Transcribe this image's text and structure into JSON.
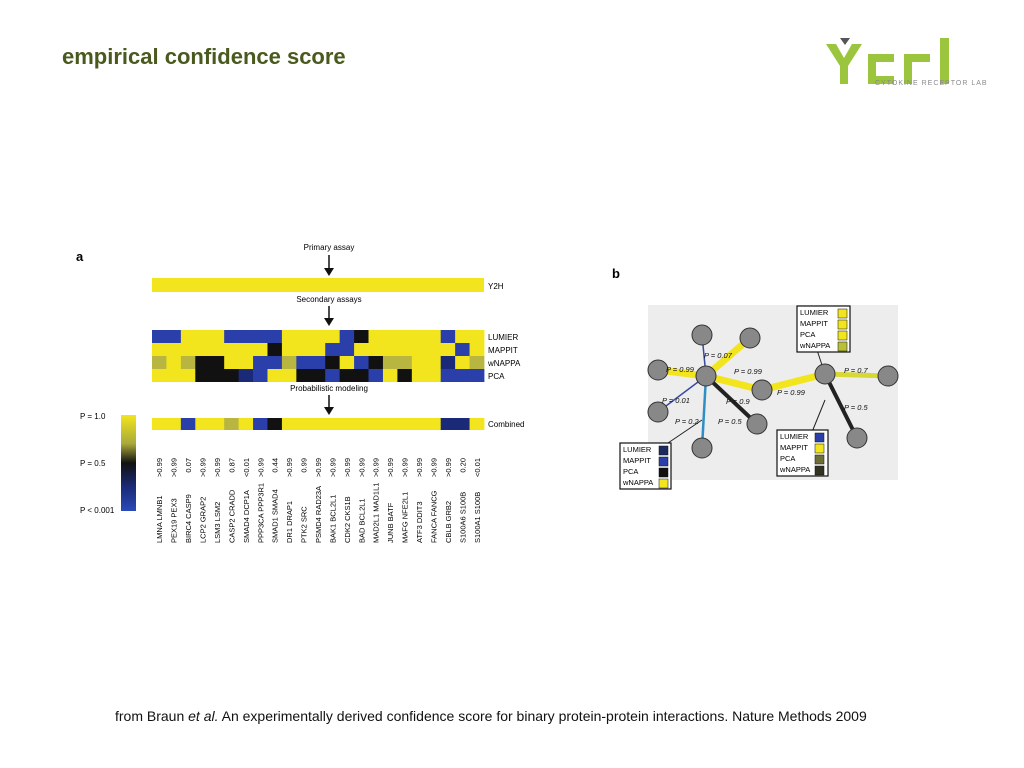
{
  "slide": {
    "title": "empirical confidence score",
    "logo_text": "ycrl",
    "logo_subtitle": "CYTOKINE RECEPTOR LAB",
    "caption_prefix": "from Braun ",
    "caption_etal": "et al.",
    "caption_suffix": " An experimentally derived confidence score for binary protein-protein interactions. Nature Methods 2009"
  },
  "panel_a": {
    "label": "a",
    "primary_assay": "Primary assay",
    "secondary_assays": "Secondary assays",
    "probabilistic": "Probabilistic modeling",
    "row_labels": [
      "Y2H",
      "LUMIER",
      "MAPPIT",
      "wNAPPA",
      "PCA",
      "Combined"
    ],
    "scale_labels": [
      "P = 1.0",
      "P = 0.5",
      "P < 0.001"
    ],
    "pairs": [
      "LMNA LMNB1",
      "PEX19 PEX3",
      "BIRC4 CASP9",
      "LCP2 GRAP2",
      "LSM3 LSM2",
      "CASP2 CRADD",
      "SMAD4 DCP1A",
      "PPP3CA PPP3R1",
      "SMAD1 SMAD4",
      "DR1 DRAP1",
      "PTK2 SRC",
      "PSMD4 RAD23A",
      "BAK1 BCL2L1",
      "CDK2 CKS1B",
      "BAD BCL2L1",
      "MAD2L1 MAD1L1",
      "JUNB BATF",
      "MAFG NFE2L1",
      "ATF3 DDIT3",
      "FANCA FANCG",
      "CBLB GRB2",
      "S100A6 S100B",
      "S100A1 S100B"
    ],
    "pvalues": [
      ">0.99",
      ">0.99",
      "0.07",
      ">0.99",
      ">0.99",
      "0.87",
      "<0.01",
      ">0.99",
      "0.44",
      ">0.99",
      "0.99",
      ">0.99",
      ">0.99",
      ">0.99",
      ">0.99",
      ">0.99",
      ">0.99",
      ">0.99",
      ">0.99",
      ">0.99",
      ">0.99",
      "0.20",
      "<0.01"
    ],
    "matrix_colors": {
      "y": "#f2e51e",
      "o": "#b8b640",
      "n": "#2a3faa",
      "d": "#1b2a78",
      "k": "#111111",
      "g": "#6e6e3a"
    },
    "secondary_rows": [
      "nnyyynnnnyyyynkyyyyynyy",
      "yyyyyyyykyyynnyyyyyyyny",
      "oyokkyynnonnkynkooyydyo",
      "yyykkkdnyykknkknykyynnn"
    ],
    "combined_row": "yynyyoynkyyyyyyyyyyyddy"
  },
  "panel_b": {
    "label": "b",
    "edge_labels": [
      "P = 0.07",
      "P = 0.99",
      "P = 0.99",
      "P = 0.01",
      "P = 0.9",
      "P = 0.2",
      "P = 0.5",
      "P = 0.99",
      "P = 0.7",
      "P = 0.5"
    ],
    "legend_top": [
      "LUMIER",
      "MAPPIT",
      "PCA",
      "wNAPPA"
    ],
    "legend_left": [
      "LUMIER",
      "MAPPIT",
      "PCA",
      "wNAPPA"
    ],
    "legend_right": [
      "LUMIER",
      "MAPPIT",
      "PCA",
      "wNAPPA"
    ]
  }
}
